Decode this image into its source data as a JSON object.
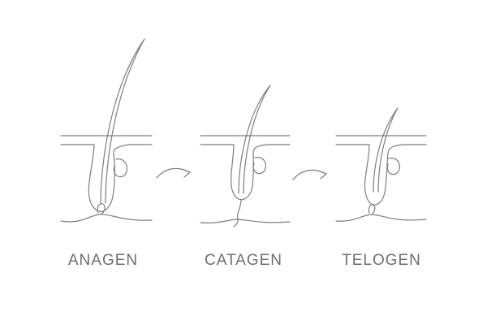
{
  "stages": [
    {
      "label": "ANAGEN"
    },
    {
      "label": "CATAGEN"
    },
    {
      "label": "TELOGEN"
    }
  ],
  "colors": {
    "line": "#7d7d7d",
    "text": "#6e6e6e",
    "background": "#ffffff"
  },
  "transitions": [
    "arrow-right-icon",
    "arrow-right-icon"
  ]
}
